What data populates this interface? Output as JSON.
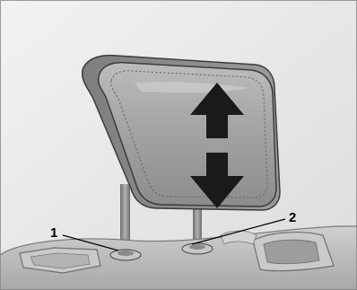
{
  "diagram": {
    "callouts": [
      {
        "id": "1",
        "label": "1"
      },
      {
        "id": "2",
        "label": "2"
      }
    ],
    "icons": [
      "up-down-arrow-icon"
    ],
    "colors": {
      "background": "#e8e8e8",
      "headrest": "#a9a9a9",
      "headrest_highlight": "#d2d2d2",
      "post": "#8a8a8a",
      "seat": "#bdbdbd",
      "arrow": "#1a1a1a",
      "line": "#000000"
    }
  }
}
